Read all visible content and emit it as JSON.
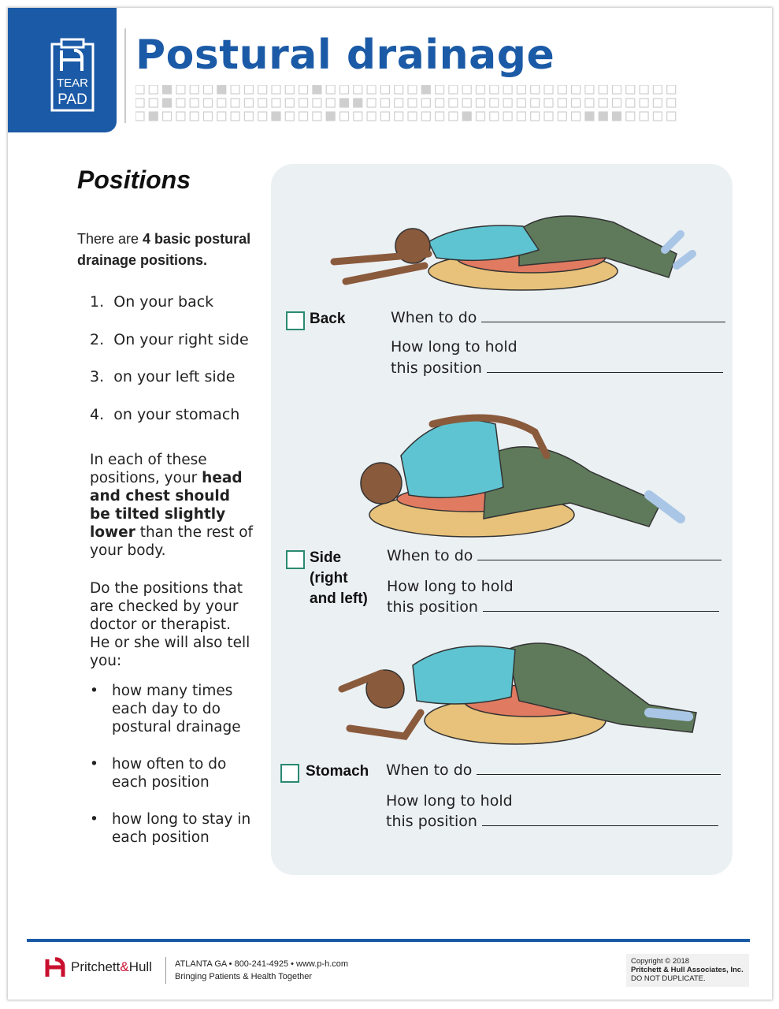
{
  "header": {
    "logo_text_1": "TEAR",
    "logo_text_2": "PAD",
    "title": "Postural drainage"
  },
  "left": {
    "heading": "Positions",
    "intro_plain": "There are ",
    "intro_bold": "4 basic postural drainage positions.",
    "numbered": [
      {
        "num": "1.",
        "text": "On your back"
      },
      {
        "num": "2.",
        "text": "On your right side"
      },
      {
        "num": "3.",
        "text": "on your left side"
      },
      {
        "num": "4.",
        "text": "on your stomach"
      }
    ],
    "para1_a": "In each of these positions, your ",
    "para1_bold": "head and chest should be tilted slightly lower",
    "para1_b": " than the rest of your body.",
    "para2": "Do the positions that are checked by your doctor or therapist. He or she will also tell you:",
    "bullets": [
      "how many times each day to do postural drainage",
      "how often to do each position",
      "how long to stay in each position"
    ]
  },
  "positions": [
    {
      "label_1": "Back",
      "label_2": "",
      "label_3": "",
      "checked": false,
      "when": "When to do",
      "how_long_1": "How long to hold",
      "how_long_2": "this position"
    },
    {
      "label_1": "Side",
      "label_2": "(right",
      "label_3": "and left)",
      "checked": false,
      "when": "When to do",
      "how_long_1": "How long to hold",
      "how_long_2": "this position"
    },
    {
      "label_1": "Stomach",
      "label_2": "",
      "label_3": "",
      "checked": false,
      "when": "When to do",
      "how_long_1": "How long to hold",
      "how_long_2": "this position"
    }
  ],
  "footer": {
    "brand_a": "Pritchett",
    "brand_amp": "&",
    "brand_b": "Hull",
    "info_line1": "ATLANTA  GA • 800-241-4925 • www.p-h.com",
    "info_line2": "Bringing Patients & Health Together",
    "copyright_1": "Copyright © 2018",
    "copyright_2": "Pritchett & Hull Associates, Inc.",
    "copyright_3": "DO NOT DUPLICATE."
  },
  "colors": {
    "brand_blue": "#1b5aa6",
    "checkbox_green": "#2a8a72",
    "panel_bg": "#ebf0f3",
    "logo_red": "#c8102e"
  }
}
